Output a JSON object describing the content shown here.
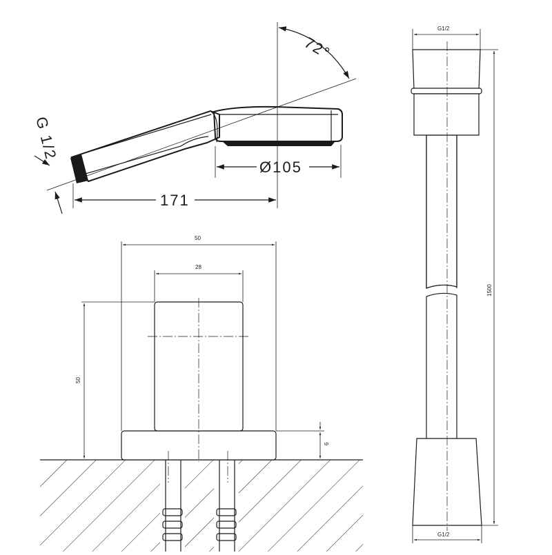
{
  "hand_shower": {
    "thread_label": "G 1/2",
    "angle_label": "72°",
    "head_diameter_label": "Ø105",
    "length_label": "171"
  },
  "holder": {
    "outer_width_label": "50",
    "inner_width_label": "28",
    "height_label": "50",
    "base_thickness_label": "6"
  },
  "hose": {
    "top_thread_label": "G1/2",
    "bottom_thread_label": "G1/2",
    "length_label": "1500"
  }
}
